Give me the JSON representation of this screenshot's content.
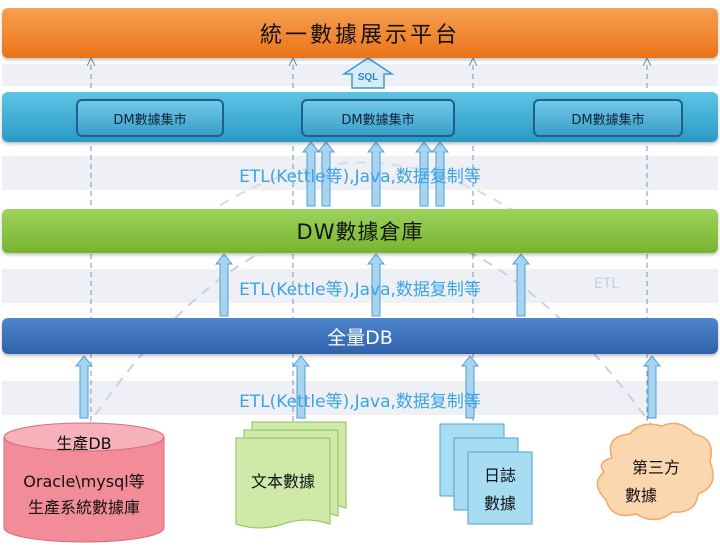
{
  "top_platform": "統一數據展示平台",
  "sql_label": "SQL",
  "dm_marts": [
    "DM數據集市",
    "DM數據集市",
    "DM數據集市"
  ],
  "etl_labels": [
    "ETL(Kettle等),Java,数据复制等",
    "ETL(Kettle等),Java,数据复制等",
    "ETL(Kettle等),Java,数据复制等"
  ],
  "dw_label": "DW數據倉庫",
  "etl_side": "ETL",
  "full_db": "全量DB",
  "sources": {
    "production_db_title": "生產DB",
    "production_db_line1": "Oracle\\mysql等",
    "production_db_line2": "生產系統數據庫",
    "text_data": "文本數據",
    "log_line1": "日誌",
    "log_line2": "數據",
    "third_line1": "第三方",
    "third_line2": "數據"
  },
  "colors": {
    "top": "#f08a2c",
    "dm": "#3fa9d2",
    "dw": "#8ac440",
    "db": "#3b72bc",
    "etl_text": "#3aa3e4"
  }
}
